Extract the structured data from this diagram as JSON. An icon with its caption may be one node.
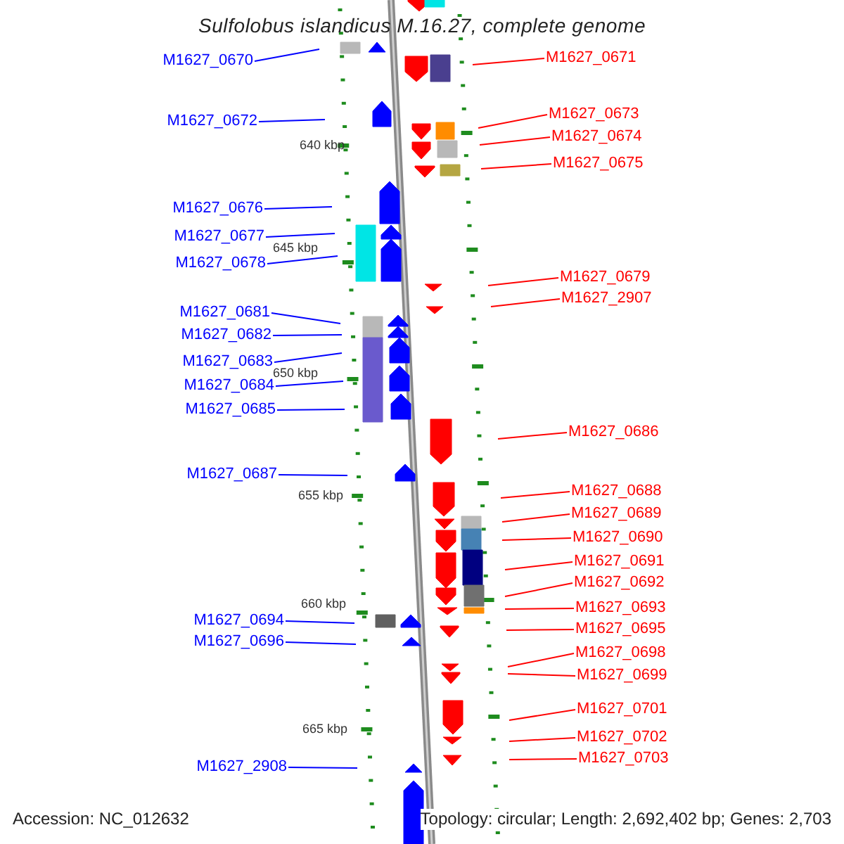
{
  "diagram": {
    "title": "Sulfolobus islandicus M.16.27, complete genome",
    "nodes": [
      {
        "text": [
          "M1627_0671"
        ]
      },
      {
        "text": [
          "M1627_0670"
        ]
      },
      {
        "text": [
          "M1627_0673"
        ]
      },
      {
        "text": [
          "M1627_0672"
        ]
      },
      {
        "text": [
          "M1627_0674"
        ]
      },
      {
        "text": [
          "M1627_0675"
        ]
      },
      {
        "text": [
          "M1627_0676"
        ]
      },
      {
        "text": [
          "M1627_0677"
        ]
      },
      {
        "text": [
          "M1627_0678"
        ]
      },
      {
        "text": [
          "M1627_0679"
        ]
      },
      {
        "text": [
          "M1627_2907"
        ]
      },
      {
        "text": [
          "M1627_0681"
        ]
      },
      {
        "text": [
          "M1627_0682"
        ]
      },
      {
        "text": [
          "M1627_0683"
        ]
      },
      {
        "text": [
          "M1627_0684"
        ]
      },
      {
        "text": [
          "M1627_0685"
        ]
      },
      {
        "text": [
          "M1627_0686"
        ]
      },
      {
        "text": [
          "M1627_0687"
        ]
      },
      {
        "text": [
          "M1627_0688"
        ]
      },
      {
        "text": [
          "M1627_0689"
        ]
      },
      {
        "text": [
          "M1627_0690"
        ]
      },
      {
        "text": [
          "M1627_0691"
        ]
      },
      {
        "text": [
          "M1627_0692"
        ]
      },
      {
        "text": [
          "M1627_0693"
        ]
      },
      {
        "text": [
          "M1627_0694"
        ]
      },
      {
        "text": [
          "M1627_0695"
        ]
      },
      {
        "text": [
          "M1627_0696"
        ]
      },
      {
        "text": [
          "M1627_0698"
        ]
      },
      {
        "text": [
          "M1627_0699"
        ]
      },
      {
        "text": [
          "M1627_0701"
        ]
      },
      {
        "text": [
          "M1627_0702"
        ]
      },
      {
        "text": [
          "M1627_0703"
        ]
      },
      {
        "text": [
          "M1627_2908"
        ]
      }
    ],
    "edges": [
      {
        "from": 0,
        "to": null,
        "arrow": "none"
      },
      {
        "from": 1,
        "to": null,
        "arrow": "none",
        "color": "#0000ff"
      },
      {
        "from": 2,
        "to": null,
        "arrow": "none"
      },
      {
        "from": 3,
        "to": null,
        "arrow": "none",
        "color": "#0000ff"
      },
      {
        "from": 4,
        "to": null,
        "arrow": "none"
      },
      {
        "from": 5,
        "to": null,
        "arrow": "none"
      },
      {
        "from": 6,
        "to": null,
        "arrow": "none",
        "color": "#0000ff"
      },
      {
        "from": 7,
        "to": null,
        "arrow": "none",
        "color": "#0000ff"
      },
      {
        "from": 8,
        "to": null,
        "arrow": "none",
        "color": "#0000ff"
      },
      {
        "from": 9,
        "to": null,
        "arrow": "none"
      },
      {
        "from": 10,
        "to": null,
        "arrow": "none"
      },
      {
        "from": 11,
        "to": null,
        "arrow": "none",
        "color": "#0000ff"
      },
      {
        "from": 12,
        "to": null,
        "arrow": "none",
        "color": "#0000ff"
      },
      {
        "from": 13,
        "to": null,
        "arrow": "none",
        "color": "#0000ff"
      },
      {
        "from": 14,
        "to": null,
        "arrow": "none",
        "color": "#0000ff"
      },
      {
        "from": 15,
        "to": null,
        "arrow": "none",
        "color": "#0000ff"
      },
      {
        "from": 16,
        "to": null,
        "arrow": "none"
      },
      {
        "from": 17,
        "to": null,
        "arrow": "none",
        "color": "#0000ff"
      },
      {
        "from": 18,
        "to": null,
        "arrow": "none"
      },
      {
        "from": 19,
        "to": null,
        "arrow": "none"
      },
      {
        "from": 20,
        "to": null,
        "arrow": "none"
      },
      {
        "from": 21,
        "to": null,
        "arrow": "none"
      },
      {
        "from": 22,
        "to": null,
        "arrow": "none"
      },
      {
        "from": 23,
        "to": null,
        "arrow": "none"
      },
      {
        "from": 24,
        "to": null,
        "arrow": "none",
        "color": "#0000ff"
      },
      {
        "from": 25,
        "to": null,
        "arrow": "none"
      },
      {
        "from": 26,
        "to": null,
        "arrow": "none",
        "color": "#0000ff"
      },
      {
        "from": 27,
        "to": null,
        "arrow": "none"
      },
      {
        "from": 28,
        "to": null,
        "arrow": "none"
      },
      {
        "from": 29,
        "to": null,
        "arrow": "none"
      },
      {
        "from": 30,
        "to": null,
        "arrow": "none"
      },
      {
        "from": 31,
        "to": null,
        "arrow": "none"
      },
      {
        "from": 32,
        "to": null,
        "arrow": "none",
        "color": "#0000ff"
      }
    ],
    "labels": [
      "640 kbp",
      "645 kbp",
      "650 kbp",
      "655 kbp",
      "660 kbp",
      "665 kbp",
      "Accession: NC_012632",
      "Topology: circular; Length: 2,692,402 bp; Genes: 2,703"
    ]
  }
}
